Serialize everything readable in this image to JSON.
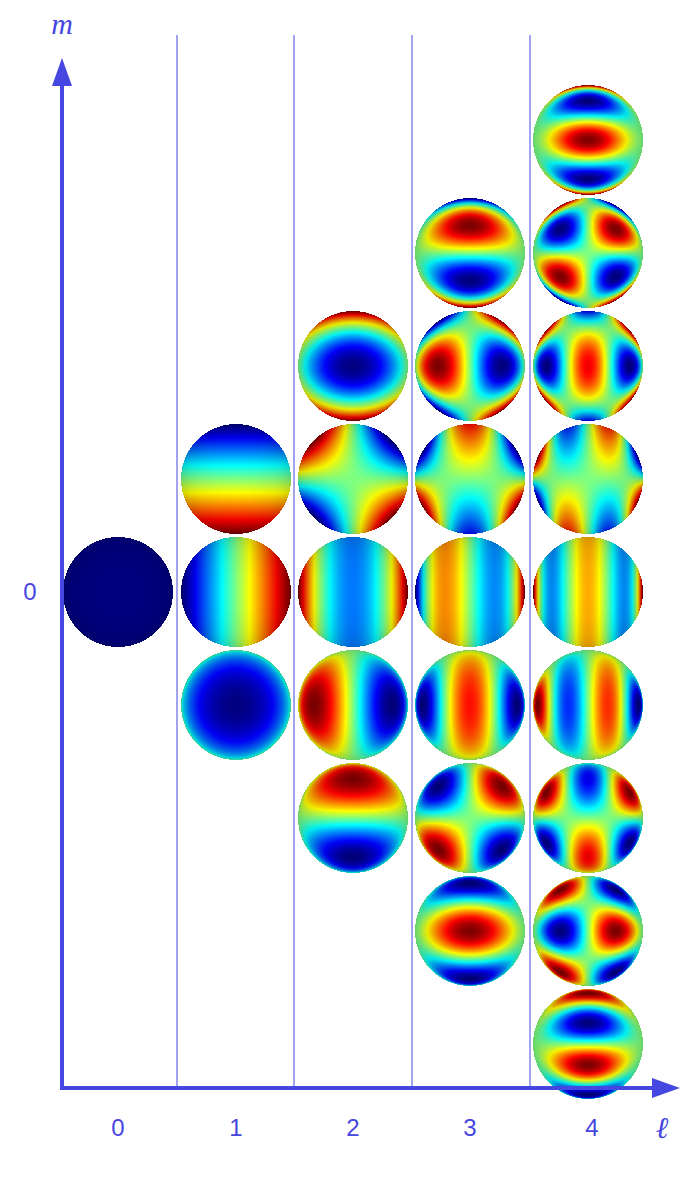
{
  "diagram": {
    "labels": [
      "m",
      "0",
      "0",
      "1",
      "2",
      "3",
      "4",
      "ℓ"
    ]
  }
}
